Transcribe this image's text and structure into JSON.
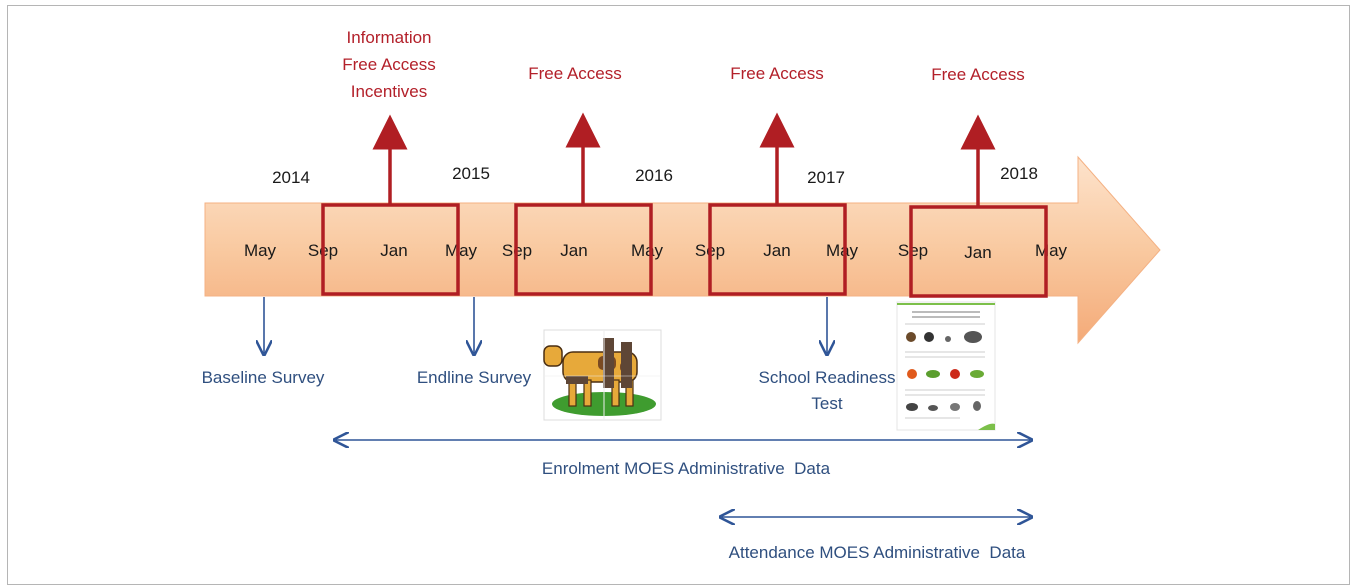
{
  "years": [
    "2014",
    "2015",
    "2016",
    "2017",
    "2018"
  ],
  "months": [
    "May",
    "Sep",
    "Jan",
    "May",
    "Sep",
    "Jan",
    "May",
    "Sep",
    "Jan",
    "May",
    "Sep",
    "Jan",
    "May"
  ],
  "interventions": [
    {
      "lines": [
        "Information",
        "Free Access",
        "Incentives"
      ]
    },
    {
      "lines": [
        "Free Access"
      ]
    },
    {
      "lines": [
        "Free Access"
      ]
    },
    {
      "lines": [
        "Free Access"
      ]
    }
  ],
  "surveys": {
    "baseline": "Baseline Survey",
    "endline": "Endline Survey",
    "school_readiness": [
      "School Readiness",
      "Test"
    ]
  },
  "ranges": {
    "enrolment": "Enrolment MOES Administrative  Data",
    "attendance": "Attendance MOES Administrative  Data"
  },
  "colors": {
    "arrow_fill_top": "#fbd6b4",
    "arrow_fill_bottom": "#f7b98a",
    "box_border": "#b01e23",
    "red_text": "#b3202a",
    "blue_arrow": "#2f5597",
    "blue_text": "#2f4f7f"
  }
}
